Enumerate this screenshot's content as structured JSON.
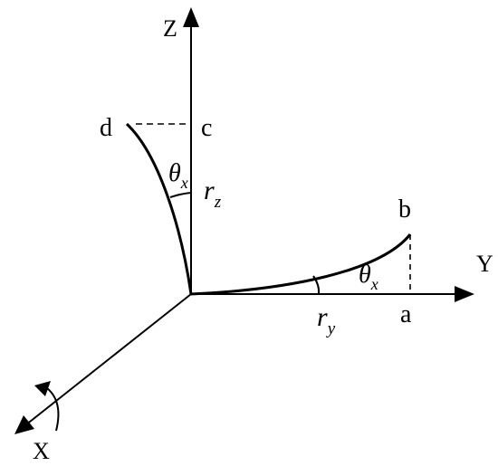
{
  "axes": {
    "z": "Z",
    "y": "Y",
    "x": "X"
  },
  "points": {
    "a": "a",
    "b": "b",
    "c": "c",
    "d": "d"
  },
  "symbols": {
    "theta": "θ",
    "theta_sub": "x",
    "r": "r",
    "rz_sub": "z",
    "ry_sub": "y"
  },
  "colors": {
    "ink": "#000000",
    "background": "#ffffff"
  }
}
